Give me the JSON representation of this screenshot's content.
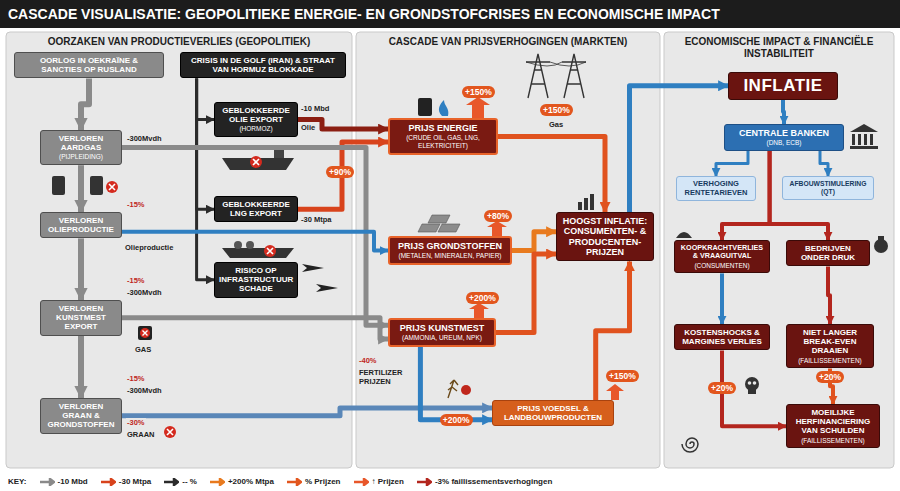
{
  "diagram": {
    "title": "CASCADE VISUALISATIE: GEOPOLITIEKE ENERGIE- EN GRONDSTOFCRISES EN ECONOMISCHE IMPACT",
    "nodes": [
      {
        "text": [
          "OORZAKEN VAN PRODUCTIEVERLIES (GEOPOLITIEK)"
        ]
      },
      {
        "text": [
          "OORLOG IN OEKRAÏNE & SANCTIES OP RUSLAND"
        ],
        "in": 0
      },
      {
        "text": [
          "CRISIS IN DE GOLF (IRAN) & STRAAT VAN HORMUZ BLOKKADE"
        ],
        "in": 0
      },
      {
        "text": [
          "VERLOREN AARDGAS",
          "(PIJPLEIDING)"
        ],
        "in": 0
      },
      {
        "text": [
          "VERLOREN OLIEPRODUCTIE"
        ],
        "in": 0
      },
      {
        "text": [
          "VERLOREN KUNSTMEST EXPORT"
        ],
        "in": 0
      },
      {
        "text": [
          "VERLOREN GRAAN & GRONDSTOFFEN"
        ],
        "in": 0
      },
      {
        "text": [
          "GEBLOKKEERDE OLIE EXPORT",
          "(HORMOZ)"
        ],
        "in": 0
      },
      {
        "text": [
          "GEBLOKKEERDE LNG EXPORT"
        ],
        "in": 0
      },
      {
        "text": [
          "RISICO OP INFRASTRUCTUUR SCHADE"
        ],
        "in": 0
      },
      {
        "text": [
          "CASCADE VAN PRIJSVERHOGINGEN (MARKTEN)"
        ]
      },
      {
        "text": [
          "PRIJS ENERGIE",
          "(CRUDE OIL, GAS, LNG, ELEKTRICITEIT)"
        ],
        "in": 10
      },
      {
        "text": [
          "PRIJS GRONDSTOFFEN",
          "(METALEN, MINERALEN, PAPIER)"
        ],
        "in": 10
      },
      {
        "text": [
          "PRIJS KUNSTMEST",
          "(AMMONIA, UREUM, NPK)"
        ],
        "in": 10
      },
      {
        "text": [
          "HOOGST INFLATIE: CONSUMENTEN- & PRODUCENTEN-PRIJZEN"
        ],
        "in": 10
      },
      {
        "text": [
          "PRIJS VOEDSEL & LANDBOUWPRODUCTEN"
        ],
        "in": 10
      },
      {
        "text": [
          "ECONOMISCHE IMPACT & FINANCIËLE INSTABILITEIT"
        ]
      },
      {
        "text": [
          "INFLATIE"
        ],
        "in": 16
      },
      {
        "text": [
          "CENTRALE BANKEN",
          "(DNB, ECB)"
        ],
        "in": 16
      },
      {
        "text": [
          "VERHOGING RENTETARIEVEN"
        ],
        "in": 16
      },
      {
        "text": [
          "AFBOUWSTIMULERING (QT)"
        ],
        "in": 16
      },
      {
        "text": [
          "KOOPKRACHTVERLIES & VRAAGUITVAL",
          "(CONSUMENTEN)"
        ],
        "in": 16
      },
      {
        "text": [
          "BEDRIJVEN ONDER DRUK"
        ],
        "in": 16
      },
      {
        "text": [
          "KOSTENSHOCKS & MARGINES VERLIES"
        ],
        "in": 16
      },
      {
        "text": [
          "NIET LANGER BREAK-EVEN DRAAIEN",
          "(FAILLISSEMENTEN)"
        ],
        "in": 16
      },
      {
        "text": [
          "MOEILIJKE HERFINANCIERING VAN SCHULDEN",
          "(FAILLISSEMENTEN)"
        ],
        "in": 16
      }
    ],
    "edges": [
      {
        "from": 1,
        "to": 3,
        "arrow": "to"
      },
      {
        "from": 3,
        "to": 4,
        "arrow": "to"
      },
      {
        "from": 4,
        "to": 5,
        "arrow": "to"
      },
      {
        "from": 5,
        "to": 6,
        "arrow": "to"
      },
      {
        "from": 2,
        "to": 7,
        "arrow": "to"
      },
      {
        "from": 2,
        "to": 8,
        "arrow": "to"
      },
      {
        "from": 2,
        "to": 9,
        "arrow": "to"
      },
      {
        "from": 7,
        "to": 11,
        "arrow": "to"
      },
      {
        "from": 8,
        "to": 11,
        "arrow": "to"
      },
      {
        "from": 3,
        "to": 13,
        "arrow": "to"
      },
      {
        "from": 4,
        "to": 12,
        "arrow": "to"
      },
      {
        "from": 5,
        "to": 13,
        "arrow": "to"
      },
      {
        "from": 6,
        "to": 15,
        "arrow": "to"
      },
      {
        "from": 11,
        "to": 14,
        "arrow": "to"
      },
      {
        "from": 12,
        "to": 14,
        "arrow": "to"
      },
      {
        "from": 13,
        "to": 14,
        "arrow": "to"
      },
      {
        "from": 13,
        "to": 15,
        "label": "+200%",
        "arrow": "to"
      },
      {
        "from": 15,
        "to": 14,
        "arrow": "to"
      },
      {
        "from": 14,
        "to": 17,
        "arrow": "to"
      },
      {
        "from": 17,
        "to": 18,
        "arrow": "to"
      },
      {
        "from": 18,
        "to": 19,
        "arrow": "to"
      },
      {
        "from": 18,
        "to": 20,
        "arrow": "to"
      },
      {
        "from": 18,
        "to": 21,
        "arrow": "to"
      },
      {
        "from": 18,
        "to": 22,
        "arrow": "to"
      },
      {
        "from": 21,
        "to": 23,
        "arrow": "to"
      },
      {
        "from": 22,
        "to": 24,
        "arrow": "to"
      },
      {
        "from": 23,
        "to": 25,
        "label": "+20%",
        "arrow": "to"
      },
      {
        "from": 24,
        "to": 25,
        "label": "+20%",
        "arrow": "to"
      }
    ],
    "labels": [
      "-300Mvdh",
      "-10 Mbd",
      "Olie",
      "-15%",
      "Olieproductie",
      "-15%",
      "-300Mvdh",
      "GAS",
      "-30 Mtpa",
      "+90%",
      "+150%",
      "+150%",
      "Gas",
      "+80%",
      "+200%",
      "-15%",
      "-300Mvdh",
      "-30%",
      "GRAAN",
      "-40%",
      "FERTILIZER PRIJZEN",
      "+150%",
      "KEY:"
    ],
    "legend": [
      {
        "text": "-10 Mbd"
      },
      {
        "text": "-30 Mtpa"
      },
      {
        "text": "-- %"
      },
      {
        "text": "+200% Mtpa"
      },
      {
        "text": "% Prijzen"
      },
      {
        "text": "↑ Prijzen"
      },
      {
        "text": "-3% faillissementsverhogingen"
      }
    ]
  }
}
